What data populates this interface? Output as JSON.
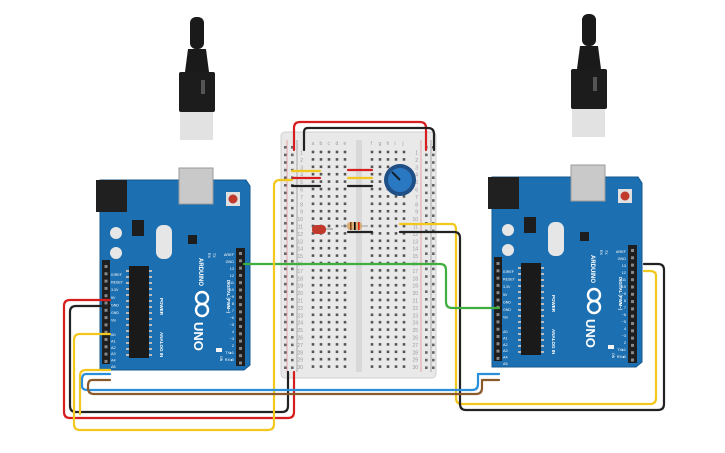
{
  "boards": [
    {
      "id": "left",
      "brand": "ARDUINO",
      "model": "UNO",
      "power_label": "POWER",
      "analog_label": "ANALOG IN",
      "digital_label": "DIGITAL (PWM~)",
      "on_label": "ON",
      "tx_label": "TX",
      "rx_label": "RX",
      "power_pins": [
        "IOREF",
        "RESET",
        "3.3V",
        "5V",
        "GND",
        "GND",
        "Vin"
      ],
      "analog_pins": [
        "A0",
        "A1",
        "A2",
        "A3",
        "A4",
        "A5"
      ],
      "digital_pins": [
        "AREF",
        "GND",
        "13",
        "12",
        "~11",
        "~10",
        "~9",
        "8",
        "7",
        "~6",
        "~5",
        "4",
        "~3",
        "2",
        "TX▸1",
        "RX◂0"
      ]
    },
    {
      "id": "right",
      "brand": "ARDUINO",
      "model": "UNO",
      "power_label": "POWER",
      "analog_label": "ANALOG IN",
      "digital_label": "DIGITAL (PWM~)",
      "on_label": "ON",
      "tx_label": "TX",
      "rx_label": "RX",
      "power_pins": [
        "IOREF",
        "RESET",
        "3.3V",
        "5V",
        "GND",
        "GND",
        "Vin"
      ],
      "analog_pins": [
        "A0",
        "A1",
        "A2",
        "A3",
        "A4",
        "A5"
      ],
      "digital_pins": [
        "AREF",
        "GND",
        "13",
        "12",
        "~11",
        "~10",
        "~9",
        "8",
        "7",
        "~6",
        "~5",
        "4",
        "~3",
        "2",
        "TX▸1",
        "RX◂0"
      ]
    }
  ],
  "breadboard": {
    "col_letters_left": [
      "a",
      "b",
      "c",
      "d",
      "e"
    ],
    "col_letters_right": [
      "f",
      "g",
      "h",
      "i",
      "j"
    ],
    "row_numbers": [
      "1",
      "2",
      "3",
      "4",
      "5",
      "6",
      "7",
      "8",
      "9",
      "10",
      "11",
      "12",
      "13",
      "14",
      "15",
      "16",
      "17",
      "18",
      "19",
      "20",
      "21",
      "22",
      "23",
      "24",
      "25",
      "26",
      "27",
      "28",
      "29",
      "30"
    ]
  },
  "components": [
    "usb-cable",
    "potentiometer",
    "red-led",
    "resistor"
  ],
  "colors": {
    "board": "#1c6fb0",
    "board_edge": "#14588f",
    "header": "#1e1e1e",
    "wire_red": "#d71e1e",
    "wire_black": "#222222",
    "wire_yellow": "#f2c81e",
    "wire_green": "#3fae3f",
    "wire_blue": "#2a8fd8",
    "wire_brown": "#8a5a2b",
    "breadboard": "#e9e9e9",
    "pot": "#2b78c2",
    "led": "#c0392b"
  }
}
